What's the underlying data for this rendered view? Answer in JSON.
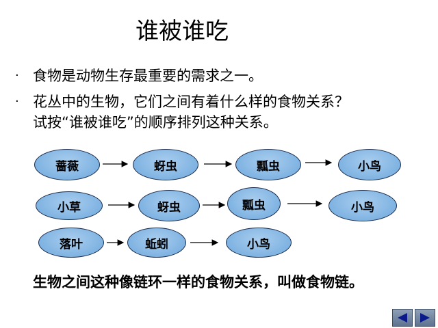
{
  "title": "谁被谁吃",
  "bullets": [
    "食物是动物生存最重要的需求之一。",
    "花丛中的生物，它们之间有着什么样的食物关系？"
  ],
  "bullet_continuation": "试按“谁被谁吃”的顺序排列这种关系。",
  "bullet_symbol": "·",
  "chains": [
    [
      "蔷薇",
      "蚜虫",
      "瓢虫",
      "小鸟"
    ],
    [
      "小草",
      "蚜虫",
      "瓢虫",
      "小鸟"
    ],
    [
      "落叶",
      "蚯蚓",
      "小鸟"
    ]
  ],
  "summary": "生物之间这种像链环一样的食物关系，叫做食物链。",
  "colors": {
    "node_fill": "#7fb3e2",
    "node_border": "#1a2a4a",
    "nav": "#5f7390",
    "nav_arrow": "#0a1a8a"
  },
  "nav": {
    "prev_icon": "triangle-left-icon",
    "next_icon": "triangle-right-icon"
  }
}
